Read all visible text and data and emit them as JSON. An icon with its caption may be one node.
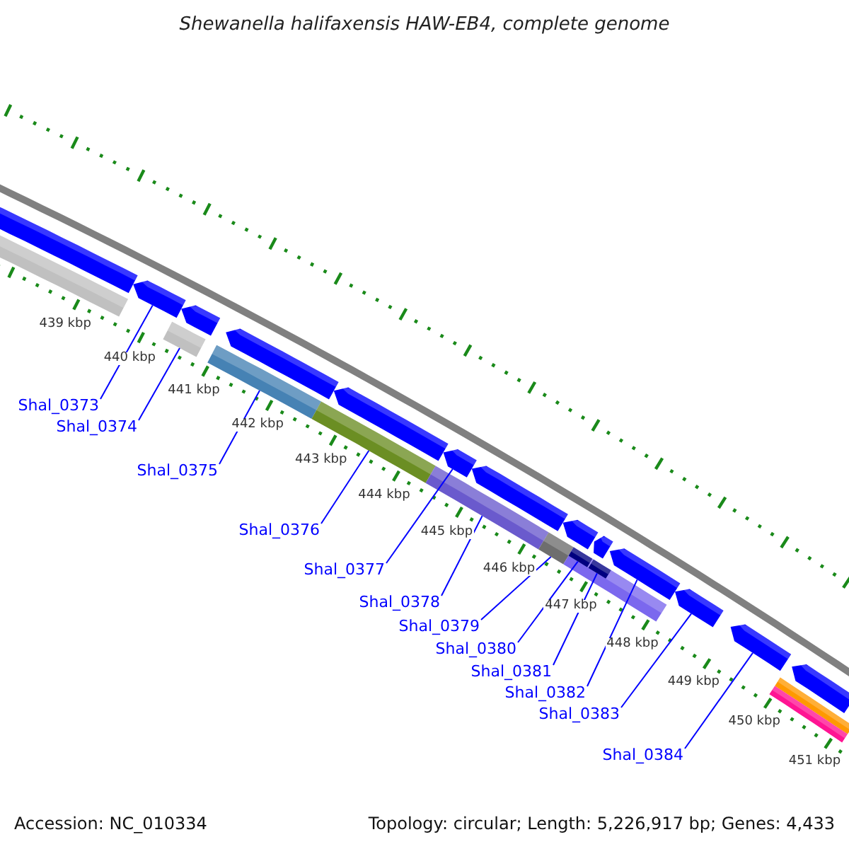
{
  "diagram": {
    "title": "Shewanella halifaxensis HAW-EB4, complete genome",
    "nodes": [
      {
        "text": [
          "Shal_0373"
        ]
      },
      {
        "text": [
          "Shal_0374"
        ]
      },
      {
        "text": [
          "Shal_0375"
        ]
      },
      {
        "text": [
          "Shal_0376"
        ]
      },
      {
        "text": [
          "Shal_0377"
        ]
      },
      {
        "text": [
          "Shal_0378"
        ]
      },
      {
        "text": [
          "Shal_0379"
        ]
      },
      {
        "text": [
          "Shal_0380"
        ]
      },
      {
        "text": [
          "Shal_0381"
        ]
      },
      {
        "text": [
          "Shal_0382"
        ]
      },
      {
        "text": [
          "Shal_0383"
        ]
      },
      {
        "text": [
          "Shal_0384"
        ]
      },
      {
        "text": [],
        "shape": "arrow"
      },
      {
        "text": [],
        "shape": "bar"
      },
      {
        "text": [],
        "shape": "arrow"
      },
      {
        "text": [],
        "shape": "bar"
      },
      {
        "text": [],
        "shape": "arrow"
      },
      {
        "text": [],
        "shape": "bar"
      },
      {
        "text": [],
        "shape": "arrow"
      },
      {
        "text": [],
        "shape": "bar"
      },
      {
        "text": [],
        "shape": "arrow"
      },
      {
        "text": [],
        "shape": "arrow"
      },
      {
        "text": [],
        "shape": "bar"
      },
      {
        "text": [],
        "shape": "arrow"
      },
      {
        "text": [],
        "shape": "bar"
      },
      {
        "text": [],
        "shape": "arrow"
      },
      {
        "text": [],
        "shape": "bar"
      },
      {
        "text": [],
        "shape": "bar",
        "in": 26
      },
      {
        "text": [],
        "shape": "arrow"
      },
      {
        "text": [],
        "shape": "bar",
        "in": 26
      },
      {
        "text": [],
        "shape": "arrow"
      },
      {
        "text": [],
        "shape": "arrow"
      },
      {
        "text": [],
        "shape": "arrow"
      },
      {
        "text": [],
        "shape": "bar"
      },
      {
        "text": [],
        "shape": "bar"
      },
      {
        "text": [],
        "shape": "arrow"
      }
    ],
    "edges": [
      {
        "from": 0,
        "to": 14,
        "arrow": "none"
      },
      {
        "from": 1,
        "to": 15,
        "arrow": "none"
      },
      {
        "from": 2,
        "to": 17,
        "arrow": "none"
      },
      {
        "from": 3,
        "to": 19,
        "arrow": "none"
      },
      {
        "from": 4,
        "to": 21,
        "arrow": "none"
      },
      {
        "from": 5,
        "to": 22,
        "arrow": "none"
      },
      {
        "from": 6,
        "to": 24,
        "arrow": "none"
      },
      {
        "from": 7,
        "to": 27,
        "arrow": "none"
      },
      {
        "from": 8,
        "to": 29,
        "arrow": "none"
      },
      {
        "from": 9,
        "to": 30,
        "arrow": "none"
      },
      {
        "from": 10,
        "to": 31,
        "arrow": "none"
      },
      {
        "from": 11,
        "to": 32,
        "arrow": "none"
      }
    ],
    "labels": [
      "439 kbp",
      "440 kbp",
      "441 kbp",
      "442 kbp",
      "443 kbp",
      "444 kbp",
      "445 kbp",
      "446 kbp",
      "447 kbp",
      "448 kbp",
      "449 kbp",
      "450 kbp",
      "451 kbp",
      "Accession: NC_010334",
      "Topology: circular; Length: 5,226,917 bp; Genes: 4,433"
    ]
  }
}
